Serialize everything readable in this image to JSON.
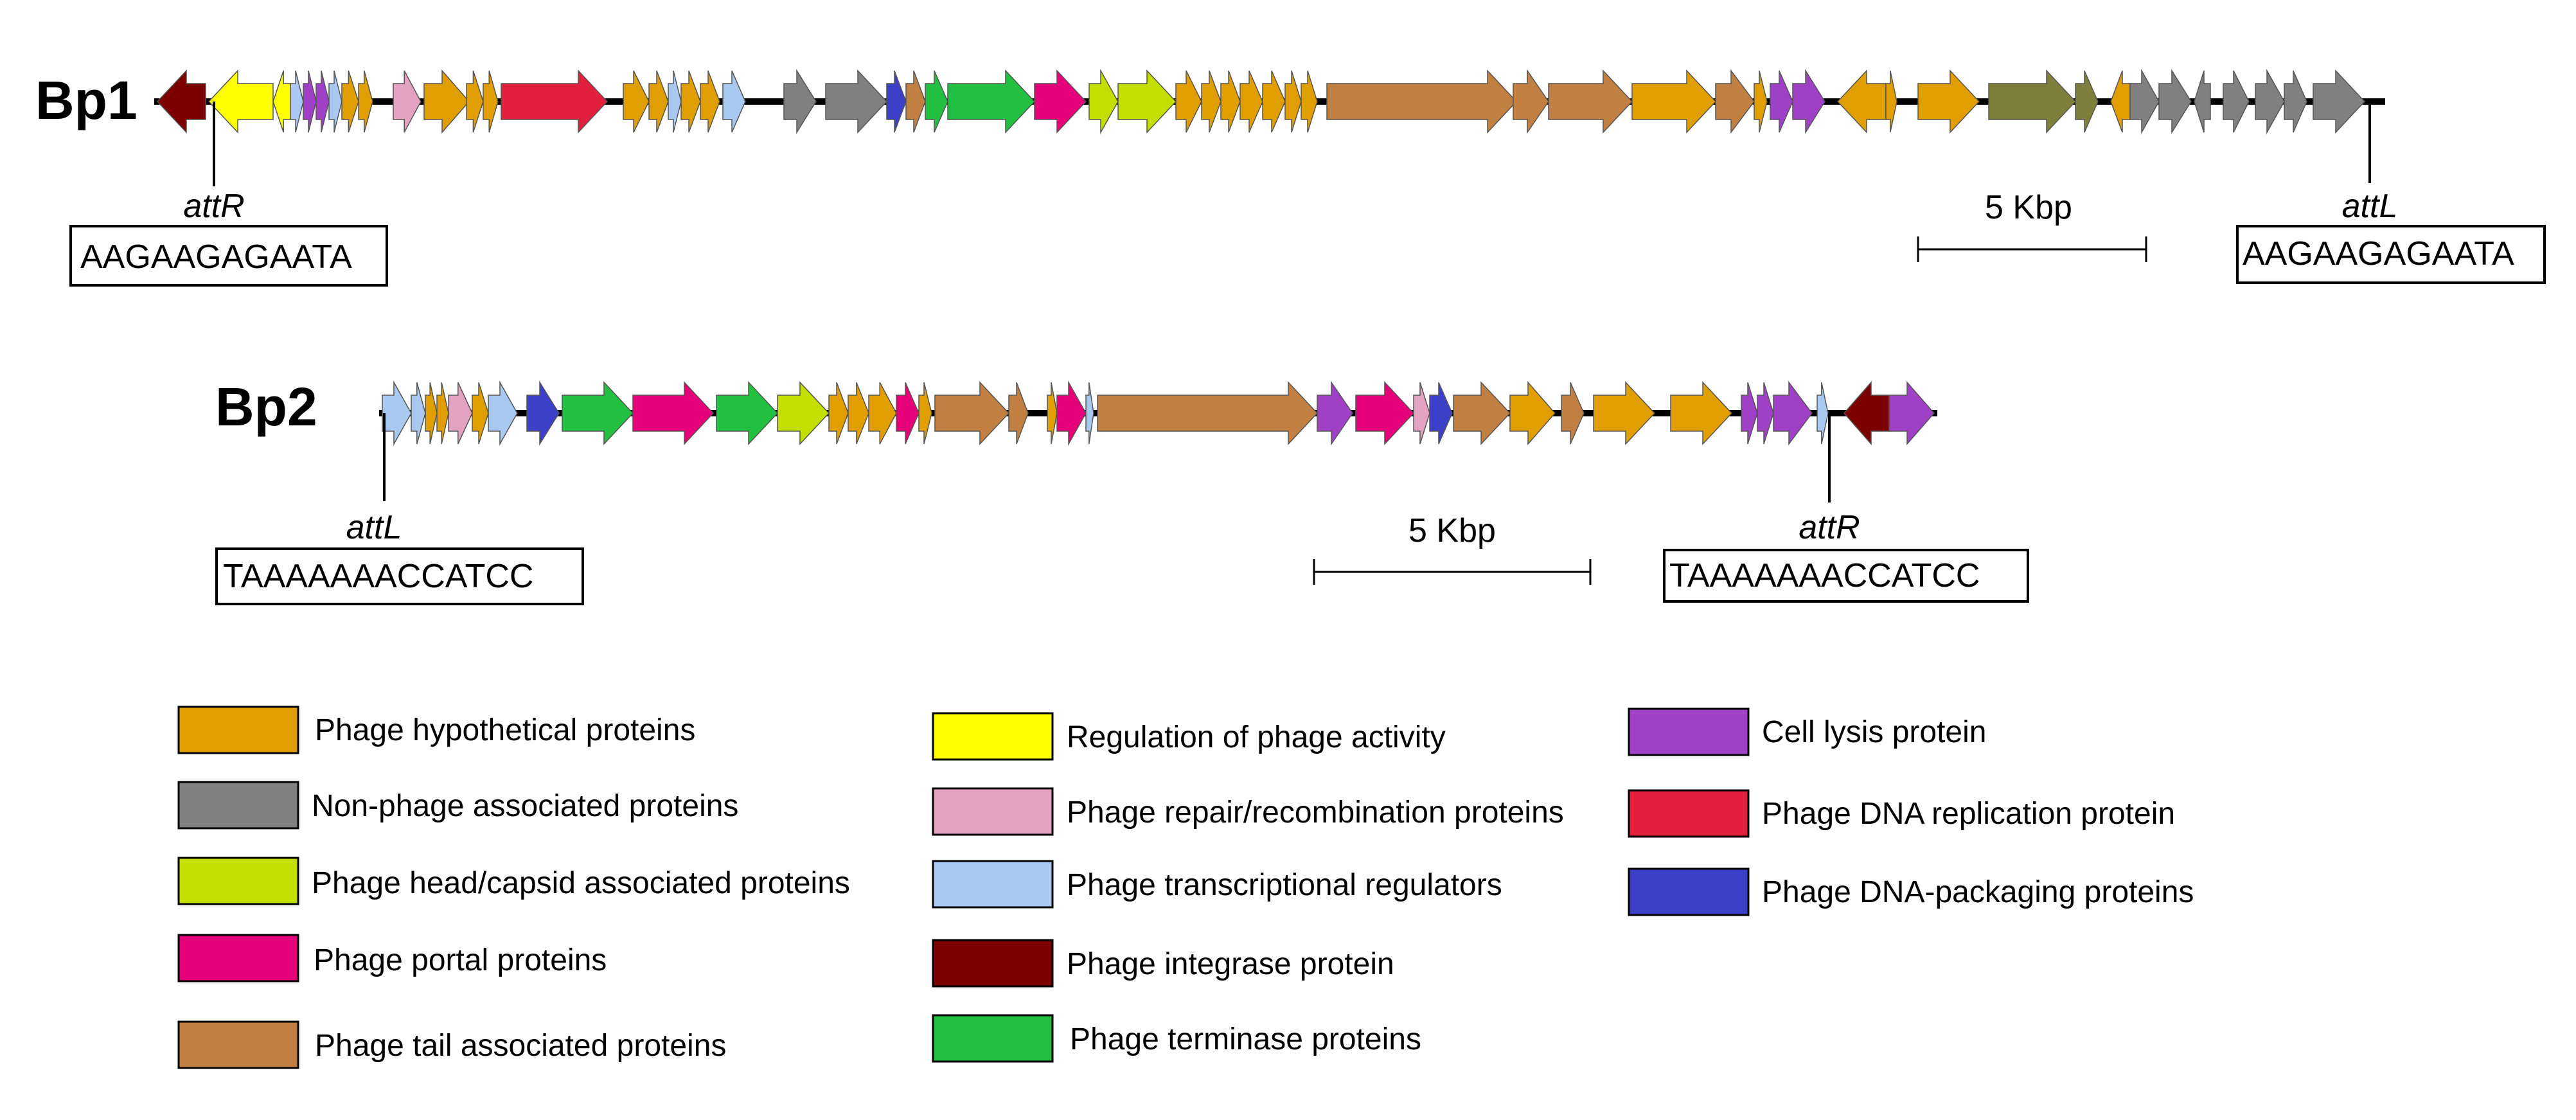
{
  "colors": {
    "hypothetical": "#E19E00",
    "nonphage": "#808080",
    "head": "#C2DF00",
    "portal": "#E5007A",
    "tail": "#C18042",
    "regulation": "#FFFF00",
    "repair": "#E3A3C0",
    "transcriptional": "#A9C9F0",
    "integrase": "#7D0000",
    "terminase": "#22C040",
    "lysis": "#A040C6",
    "replication": "#E21F3C",
    "packaging": "#3C40C8",
    "olive": "#7F7F3C"
  },
  "genomes": [
    {
      "name": "Bp1",
      "att_left": {
        "label": "attR",
        "seq": "AAGAAGAGAATA"
      },
      "att_right": {
        "label": "attL",
        "seq": "AAGAAGAGAATA"
      },
      "scale": "5 Kbp",
      "genes": [
        {
          "s": 245,
          "e": 320,
          "d": "L",
          "c": "integrase"
        },
        {
          "s": 325,
          "e": 425,
          "d": "L",
          "c": "regulation"
        },
        {
          "s": 425,
          "e": 452,
          "d": "L",
          "c": "regulation"
        },
        {
          "s": 452,
          "e": 472,
          "d": "R",
          "c": "transcriptional"
        },
        {
          "s": 472,
          "e": 492,
          "d": "R",
          "c": "lysis"
        },
        {
          "s": 492,
          "e": 512,
          "d": "R",
          "c": "lysis"
        },
        {
          "s": 512,
          "e": 532,
          "d": "R",
          "c": "transcriptional"
        },
        {
          "s": 532,
          "e": 558,
          "d": "R",
          "c": "hypothetical"
        },
        {
          "s": 558,
          "e": 580,
          "d": "R",
          "c": "hypothetical"
        },
        {
          "s": 612,
          "e": 655,
          "d": "R",
          "c": "repair"
        },
        {
          "s": 660,
          "e": 730,
          "d": "R",
          "c": "hypothetical"
        },
        {
          "s": 726,
          "e": 752,
          "d": "R",
          "c": "hypothetical"
        },
        {
          "s": 752,
          "e": 775,
          "d": "R",
          "c": "hypothetical"
        },
        {
          "s": 780,
          "e": 945,
          "d": "R",
          "c": "replication"
        },
        {
          "s": 970,
          "e": 1010,
          "d": "R",
          "c": "hypothetical"
        },
        {
          "s": 1010,
          "e": 1040,
          "d": "R",
          "c": "hypothetical"
        },
        {
          "s": 1040,
          "e": 1060,
          "d": "R",
          "c": "transcriptional"
        },
        {
          "s": 1060,
          "e": 1090,
          "d": "R",
          "c": "hypothetical"
        },
        {
          "s": 1090,
          "e": 1120,
          "d": "R",
          "c": "hypothetical"
        },
        {
          "s": 1125,
          "e": 1160,
          "d": "R",
          "c": "transcriptional"
        },
        {
          "s": 1220,
          "e": 1270,
          "d": "R",
          "c": "nonphage"
        },
        {
          "s": 1285,
          "e": 1380,
          "d": "R",
          "c": "nonphage"
        },
        {
          "s": 1380,
          "e": 1410,
          "d": "R",
          "c": "packaging"
        },
        {
          "s": 1410,
          "e": 1440,
          "d": "R",
          "c": "tail"
        },
        {
          "s": 1440,
          "e": 1475,
          "d": "R",
          "c": "terminase"
        },
        {
          "s": 1475,
          "e": 1610,
          "d": "R",
          "c": "terminase"
        },
        {
          "s": 1610,
          "e": 1690,
          "d": "R",
          "c": "portal"
        },
        {
          "s": 1695,
          "e": 1740,
          "d": "R",
          "c": "head"
        },
        {
          "s": 1740,
          "e": 1830,
          "d": "R",
          "c": "head"
        },
        {
          "s": 1830,
          "e": 1870,
          "d": "R",
          "c": "hypothetical"
        },
        {
          "s": 1870,
          "e": 1900,
          "d": "R",
          "c": "hypothetical"
        },
        {
          "s": 1900,
          "e": 1930,
          "d": "R",
          "c": "hypothetical"
        },
        {
          "s": 1930,
          "e": 1965,
          "d": "R",
          "c": "hypothetical"
        },
        {
          "s": 1965,
          "e": 2000,
          "d": "R",
          "c": "hypothetical"
        },
        {
          "s": 2000,
          "e": 2025,
          "d": "R",
          "c": "hypothetical"
        },
        {
          "s": 2025,
          "e": 2050,
          "d": "R",
          "c": "hypothetical"
        },
        {
          "s": 2065,
          "e": 2360,
          "d": "R",
          "c": "tail"
        },
        {
          "s": 2355,
          "e": 2410,
          "d": "R",
          "c": "tail"
        },
        {
          "s": 2410,
          "e": 2540,
          "d": "R",
          "c": "tail"
        },
        {
          "s": 2540,
          "e": 2670,
          "d": "R",
          "c": "hypothetical"
        },
        {
          "s": 2670,
          "e": 2730,
          "d": "R",
          "c": "tail"
        },
        {
          "s": 2730,
          "e": 2750,
          "d": "R",
          "c": "hypothetical"
        },
        {
          "s": 2755,
          "e": 2790,
          "d": "R",
          "c": "lysis"
        },
        {
          "s": 2790,
          "e": 2840,
          "d": "R",
          "c": "lysis"
        },
        {
          "s": 2860,
          "e": 2935,
          "d": "L",
          "c": "hypothetical"
        },
        {
          "s": 2935,
          "e": 2952,
          "d": "R",
          "c": "hypothetical"
        },
        {
          "s": 2985,
          "e": 3080,
          "d": "R",
          "c": "hypothetical"
        },
        {
          "s": 3095,
          "e": 3230,
          "d": "R",
          "c": "olive"
        },
        {
          "s": 3230,
          "e": 3265,
          "d": "R",
          "c": "olive"
        },
        {
          "s": 3285,
          "e": 3315,
          "d": "L",
          "c": "hypothetical"
        },
        {
          "s": 3315,
          "e": 3360,
          "d": "R",
          "c": "nonphage"
        },
        {
          "s": 3360,
          "e": 3410,
          "d": "R",
          "c": "nonphage"
        },
        {
          "s": 3415,
          "e": 3440,
          "d": "L",
          "c": "nonphage"
        },
        {
          "s": 3460,
          "e": 3500,
          "d": "R",
          "c": "nonphage"
        },
        {
          "s": 3510,
          "e": 3555,
          "d": "R",
          "c": "nonphage"
        },
        {
          "s": 3555,
          "e": 3590,
          "d": "R",
          "c": "nonphage"
        },
        {
          "s": 3600,
          "e": 3680,
          "d": "R",
          "c": "nonphage"
        }
      ]
    },
    {
      "name": "Bp2",
      "att_left": {
        "label": "attL",
        "seq": "TAAAAAAACCATCC"
      },
      "att_right": {
        "label": "attR",
        "seq": "TAAAAAAACCATCC"
      },
      "scale": "5 Kbp",
      "genes": [
        {
          "s": 595,
          "e": 640,
          "d": "R",
          "c": "transcriptional"
        },
        {
          "s": 640,
          "e": 662,
          "d": "R",
          "c": "transcriptional"
        },
        {
          "s": 662,
          "e": 680,
          "d": "R",
          "c": "hypothetical"
        },
        {
          "s": 680,
          "e": 698,
          "d": "R",
          "c": "hypothetical"
        },
        {
          "s": 698,
          "e": 735,
          "d": "R",
          "c": "repair"
        },
        {
          "s": 735,
          "e": 760,
          "d": "R",
          "c": "hypothetical"
        },
        {
          "s": 760,
          "e": 805,
          "d": "R",
          "c": "transcriptional"
        },
        {
          "s": 820,
          "e": 870,
          "d": "R",
          "c": "packaging"
        },
        {
          "s": 875,
          "e": 985,
          "d": "R",
          "c": "terminase"
        },
        {
          "s": 985,
          "e": 1110,
          "d": "R",
          "c": "portal"
        },
        {
          "s": 1115,
          "e": 1210,
          "d": "R",
          "c": "terminase"
        },
        {
          "s": 1210,
          "e": 1290,
          "d": "R",
          "c": "head"
        },
        {
          "s": 1290,
          "e": 1320,
          "d": "R",
          "c": "hypothetical"
        },
        {
          "s": 1320,
          "e": 1352,
          "d": "R",
          "c": "hypothetical"
        },
        {
          "s": 1352,
          "e": 1395,
          "d": "R",
          "c": "hypothetical"
        },
        {
          "s": 1395,
          "e": 1430,
          "d": "R",
          "c": "portal"
        },
        {
          "s": 1430,
          "e": 1450,
          "d": "R",
          "c": "hypothetical"
        },
        {
          "s": 1455,
          "e": 1570,
          "d": "R",
          "c": "tail"
        },
        {
          "s": 1570,
          "e": 1600,
          "d": "R",
          "c": "tail"
        },
        {
          "s": 1630,
          "e": 1645,
          "d": "R",
          "c": "hypothetical"
        },
        {
          "s": 1645,
          "e": 1690,
          "d": "R",
          "c": "portal"
        },
        {
          "s": 1690,
          "e": 1702,
          "d": "R",
          "c": "transcriptional"
        },
        {
          "s": 1708,
          "e": 2050,
          "d": "R",
          "c": "tail"
        },
        {
          "s": 2050,
          "e": 2105,
          "d": "R",
          "c": "lysis"
        },
        {
          "s": 2110,
          "e": 2200,
          "d": "R",
          "c": "portal"
        },
        {
          "s": 2200,
          "e": 2225,
          "d": "R",
          "c": "repair"
        },
        {
          "s": 2225,
          "e": 2260,
          "d": "R",
          "c": "packaging"
        },
        {
          "s": 2262,
          "e": 2350,
          "d": "R",
          "c": "tail"
        },
        {
          "s": 2350,
          "e": 2420,
          "d": "R",
          "c": "hypothetical"
        },
        {
          "s": 2430,
          "e": 2465,
          "d": "R",
          "c": "tail"
        },
        {
          "s": 2480,
          "e": 2575,
          "d": "R",
          "c": "hypothetical"
        },
        {
          "s": 2600,
          "e": 2695,
          "d": "R",
          "c": "hypothetical"
        },
        {
          "s": 2710,
          "e": 2735,
          "d": "R",
          "c": "lysis"
        },
        {
          "s": 2735,
          "e": 2760,
          "d": "R",
          "c": "lysis"
        },
        {
          "s": 2760,
          "e": 2820,
          "d": "R",
          "c": "lysis"
        },
        {
          "s": 2828,
          "e": 2845,
          "d": "R",
          "c": "transcriptional"
        },
        {
          "s": 2870,
          "e": 2940,
          "d": "L",
          "c": "integrase"
        },
        {
          "s": 2940,
          "e": 3010,
          "d": "R",
          "c": "lysis"
        }
      ]
    }
  ],
  "legend": [
    {
      "key": "hypothetical",
      "label": "Phage hypothetical proteins"
    },
    {
      "key": "nonphage",
      "label": "Non-phage associated proteins"
    },
    {
      "key": "head",
      "label": "Phage head/capsid associated proteins"
    },
    {
      "key": "portal",
      "label": "Phage portal proteins"
    },
    {
      "key": "tail",
      "label": "Phage tail associated proteins"
    },
    {
      "key": "regulation",
      "label": "Regulation of phage activity"
    },
    {
      "key": "repair",
      "label": "Phage repair/recombination proteins"
    },
    {
      "key": "transcriptional",
      "label": "Phage transcriptional regulators"
    },
    {
      "key": "integrase",
      "label": "Phage integrase protein"
    },
    {
      "key": "terminase",
      "label": "Phage terminase proteins"
    },
    {
      "key": "lysis",
      "label": "Cell lysis protein"
    },
    {
      "key": "replication",
      "label": "Phage DNA replication protein"
    },
    {
      "key": "packaging",
      "label": "Phage DNA-packaging proteins"
    }
  ]
}
